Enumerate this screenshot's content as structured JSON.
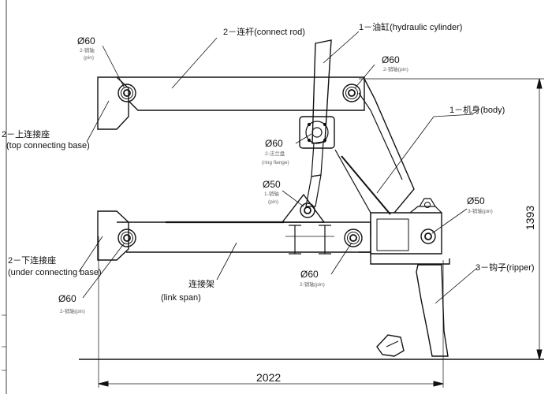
{
  "labels": {
    "connect_rod": "2－连杆(connect rod)",
    "hydraulic_cylinder": "1－油缸(hydraulic cylinder)",
    "top_base_cn": "2－上连接座",
    "top_base_en": "(top connecting base)",
    "under_base_cn": "2－下连接座",
    "under_base_en": "(under connecting base)",
    "body": "1－机身(body)",
    "ripper": "3－钩子(ripper)",
    "link_span_cn": "连接架",
    "link_span_en": "(link span)"
  },
  "callouts": {
    "tl": {
      "dia": "Ø60",
      "sub1": "2-销轴",
      "sub2": "(pin)"
    },
    "tr": {
      "dia": "Ø60",
      "sub1": "2-销轴(pin)"
    },
    "flange": {
      "dia": "Ø60",
      "sub1": "2-法兰盘",
      "sub2": "(ring flange)"
    },
    "mid": {
      "dia": "Ø50",
      "sub1": "1-销轴",
      "sub2": "(pin)"
    },
    "right": {
      "dia": "Ø50",
      "sub1": "3-销轴(pin)"
    },
    "bm": {
      "dia": "Ø60",
      "sub1": "2-销轴(pin)"
    },
    "bl": {
      "dia": "Ø60",
      "sub1": "2-销轴(pin)"
    }
  },
  "dimensions": {
    "width": "2022",
    "height": "1393"
  }
}
